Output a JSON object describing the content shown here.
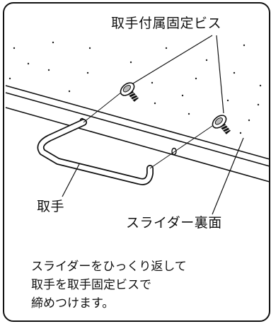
{
  "figure": {
    "labels": {
      "handle_screws": "取手付属固定ビス",
      "handle": "取手",
      "slider_back": "スライダー裏面"
    },
    "instructions": [
      "スライダーをひっくり返して",
      "取手を取手固定ビスで",
      "締めつけます。"
    ]
  }
}
